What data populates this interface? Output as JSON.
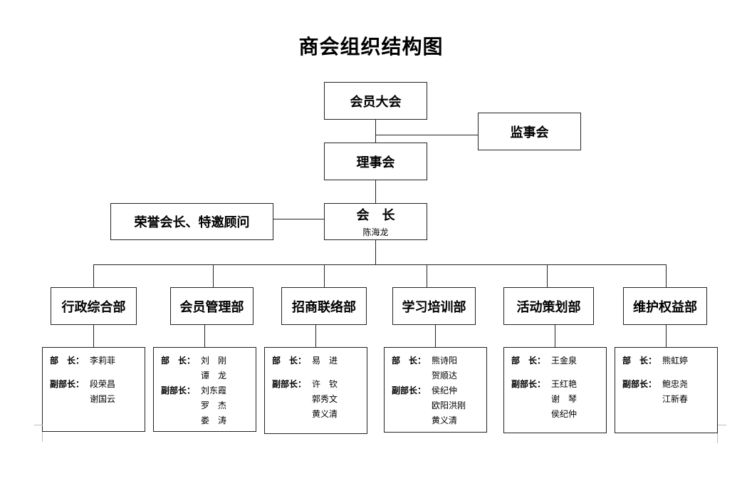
{
  "title": "商会组织结构图",
  "nodes": {
    "assembly": "会员大会",
    "supervisory": "监事会",
    "council": "理事会",
    "president": {
      "label": "会　长",
      "name": "陈海龙"
    },
    "honorary": "荣誉会长、特邀顾问"
  },
  "departments": [
    {
      "name": "行政综合部",
      "head_label": "部　长：",
      "heads": [
        "李莉菲"
      ],
      "deputy_label": "副部长：",
      "deputies": [
        "段荣昌",
        "谢国云"
      ]
    },
    {
      "name": "会员管理部",
      "head_label": "部　长：",
      "heads": [
        "刘　刚",
        "谭　龙"
      ],
      "deputy_label": "副部长：",
      "deputies": [
        "刘东霞",
        "罗　杰",
        "娄　涛"
      ]
    },
    {
      "name": "招商联络部",
      "head_label": "部　长：",
      "heads": [
        "易　进"
      ],
      "deputy_label": "副部长：",
      "deputies": [
        "许　钦",
        "郭秀文",
        "黄义清"
      ]
    },
    {
      "name": "学习培训部",
      "head_label": "部　长：",
      "heads": [
        "熊诗阳",
        "贺顺达"
      ],
      "deputy_label": "副部长：",
      "deputies": [
        "侯纪仲",
        "欧阳洪刚",
        "黄义清"
      ]
    },
    {
      "name": "活动策划部",
      "head_label": "部　长：",
      "heads": [
        "王金泉"
      ],
      "deputy_label": "副部长：",
      "deputies": [
        "王红艳",
        "谢　琴",
        "侯纪仲"
      ]
    },
    {
      "name": "维护权益部",
      "head_label": "部　长：",
      "heads": [
        "熊虹婷"
      ],
      "deputy_label": "副部长：",
      "deputies": [
        "鲍忠尧",
        "江新春"
      ]
    }
  ]
}
